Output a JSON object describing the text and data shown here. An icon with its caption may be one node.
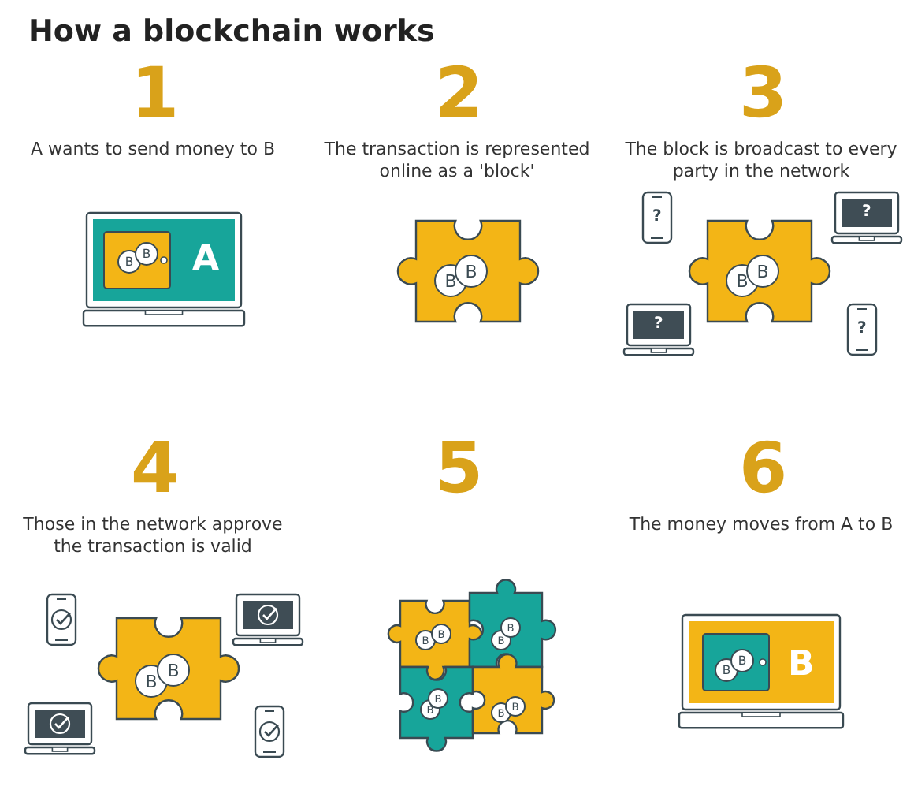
{
  "diagram": {
    "title": "How a blockchain works",
    "labels": [
      "1",
      "A wants to send money to B",
      "B",
      "B",
      "A",
      "2",
      "The transaction is represented online as a 'block'",
      "B",
      "B",
      "3",
      "The block is broadcast to every party in the network",
      "?",
      "?",
      "B",
      "B",
      "?",
      "?",
      "4",
      "Those in the network approve the transaction is valid",
      "B",
      "B",
      "5",
      "B",
      "B",
      "B",
      "B",
      "B",
      "B",
      "B",
      "B",
      "6",
      "The money moves from A to B",
      "B",
      "B",
      "B"
    ]
  }
}
